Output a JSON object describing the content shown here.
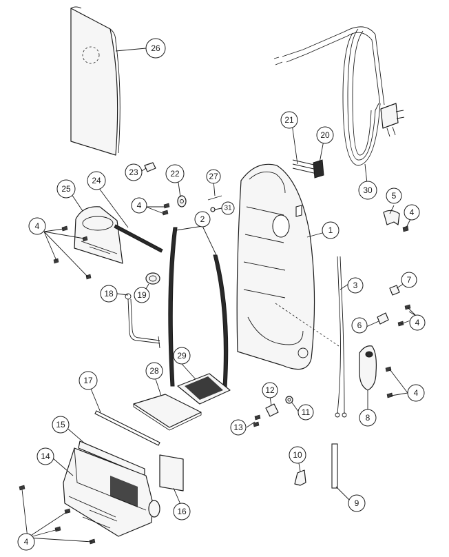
{
  "callouts": [
    {
      "id": "c26",
      "label": "26"
    },
    {
      "id": "c23",
      "label": "23"
    },
    {
      "id": "c22",
      "label": "22"
    },
    {
      "id": "c27",
      "label": "27"
    },
    {
      "id": "c31",
      "label": "31"
    },
    {
      "id": "c21",
      "label": "21"
    },
    {
      "id": "c20",
      "label": "20"
    },
    {
      "id": "c30",
      "label": "30"
    },
    {
      "id": "c25",
      "label": "25"
    },
    {
      "id": "c24",
      "label": "24"
    },
    {
      "id": "c4a",
      "label": "4"
    },
    {
      "id": "c4b",
      "label": "4"
    },
    {
      "id": "c2",
      "label": "2"
    },
    {
      "id": "c1",
      "label": "1"
    },
    {
      "id": "c5",
      "label": "5"
    },
    {
      "id": "c4c",
      "label": "4"
    },
    {
      "id": "c18",
      "label": "18"
    },
    {
      "id": "c19",
      "label": "19"
    },
    {
      "id": "c3",
      "label": "3"
    },
    {
      "id": "c7",
      "label": "7"
    },
    {
      "id": "c6",
      "label": "6"
    },
    {
      "id": "c4d",
      "label": "4"
    },
    {
      "id": "c29",
      "label": "29"
    },
    {
      "id": "c28",
      "label": "28"
    },
    {
      "id": "c17",
      "label": "17"
    },
    {
      "id": "c12",
      "label": "12"
    },
    {
      "id": "c11",
      "label": "11"
    },
    {
      "id": "c13",
      "label": "13"
    },
    {
      "id": "c8",
      "label": "8"
    },
    {
      "id": "c4e",
      "label": "4"
    },
    {
      "id": "c15",
      "label": "15"
    },
    {
      "id": "c14",
      "label": "14"
    },
    {
      "id": "c10",
      "label": "10"
    },
    {
      "id": "c16",
      "label": "16"
    },
    {
      "id": "c9",
      "label": "9"
    },
    {
      "id": "c4f",
      "label": "4"
    }
  ]
}
